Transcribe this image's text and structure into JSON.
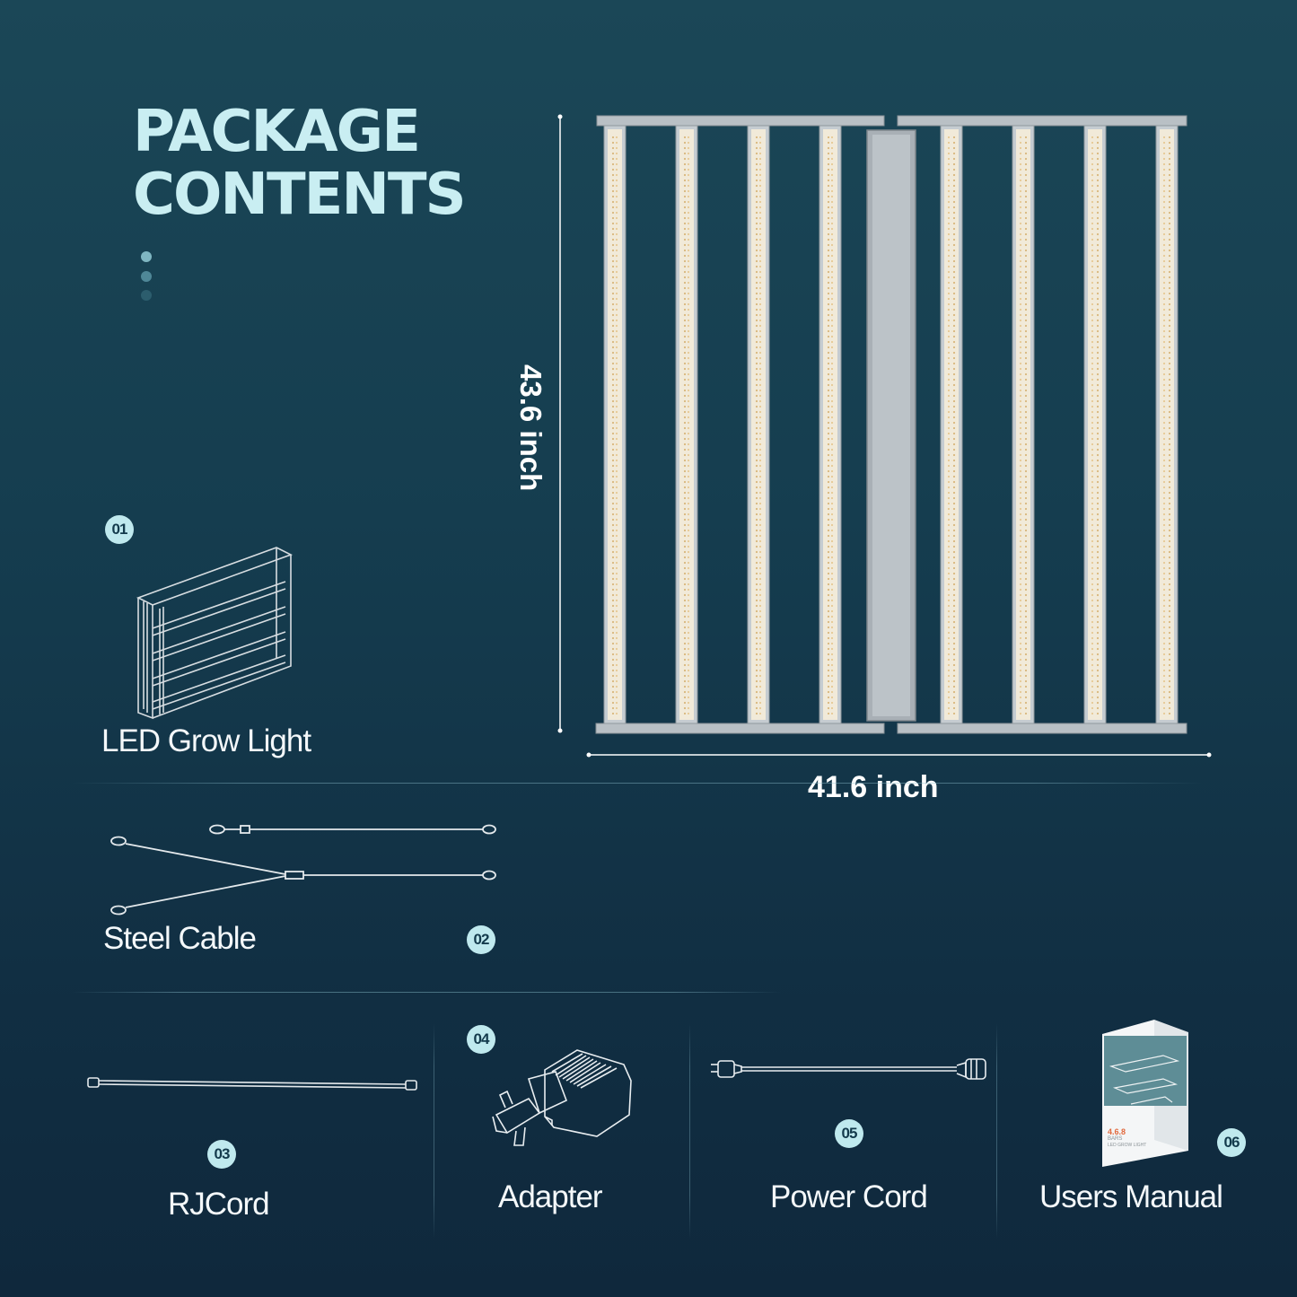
{
  "header": {
    "title_line1": "PACKAGE",
    "title_line2": "CONTENTS"
  },
  "dimensions": {
    "height_label": "43.6 inch",
    "width_label": "41.6 inch"
  },
  "items": [
    {
      "number": "01",
      "label": "LED Grow Light",
      "icon": "led-grow-light-icon"
    },
    {
      "number": "02",
      "label": "Steel Cable",
      "icon": "steel-cable-icon"
    },
    {
      "number": "03",
      "label": "RJCord",
      "icon": "rj-cord-icon"
    },
    {
      "number": "04",
      "label": "Adapter",
      "icon": "adapter-icon"
    },
    {
      "number": "05",
      "label": "Power Cord",
      "icon": "power-cord-icon"
    },
    {
      "number": "06",
      "label": "Users Manual",
      "icon": "users-manual-icon"
    }
  ],
  "manual_cover": {
    "line1": "4.6.8",
    "line2": "BARS",
    "line3": "LED GROW LIGHT"
  },
  "colors": {
    "background_top": "#1b4757",
    "background_bottom": "#0f283c",
    "title": "#c9eef2",
    "badge": "#bfe9ee",
    "led_strip": "#f1d9a8"
  }
}
